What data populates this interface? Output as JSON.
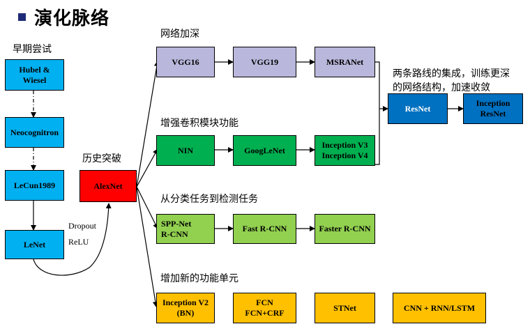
{
  "title": "演化脉络",
  "colors": {
    "cyan": "#00b0f0",
    "red": "#ff0000",
    "lavender": "#b9b7db",
    "green": "#00b050",
    "lightgreen": "#92d050",
    "yellow": "#ffc000",
    "blue": "#0070c0"
  },
  "early": {
    "label": "早期尝试",
    "hubel": "Hubel &\nWiesel",
    "neocognitron": "Neocognitron",
    "lecun": "LeCun1989",
    "lenet": "LeNet"
  },
  "breakthrough": {
    "label": "历史突破",
    "alexnet": "AlexNet",
    "dropout": "Dropout",
    "relu": "ReLU"
  },
  "deepen": {
    "label": "网络加深",
    "vgg16": "VGG16",
    "vgg19": "VGG19",
    "msranet": "MSRANet"
  },
  "conv": {
    "label": "增强卷积模块功能",
    "nin": "NIN",
    "googlenet": "GoogLeNet",
    "inception": "Inception V3\nInception V4"
  },
  "detect": {
    "label": "从分类任务到检测任务",
    "sppnet": "SPP-Net\nR-CNN",
    "fastrcnn": "Fast R-CNN",
    "fasterrcnn": "Faster R-CNN"
  },
  "units": {
    "label": "增加新的功能单元",
    "inceptionv2": "Inception V2\n(BN)",
    "fcn": "FCN\nFCN+CRF",
    "stnet": "STNet",
    "cnnrnn": "CNN + RNN/LSTM"
  },
  "merge": {
    "note": "两条路线的集成，训练更深\n的网络结构，加速收敛",
    "resnet": "ResNet",
    "inceptionresnet": "Inception\nResNet"
  }
}
